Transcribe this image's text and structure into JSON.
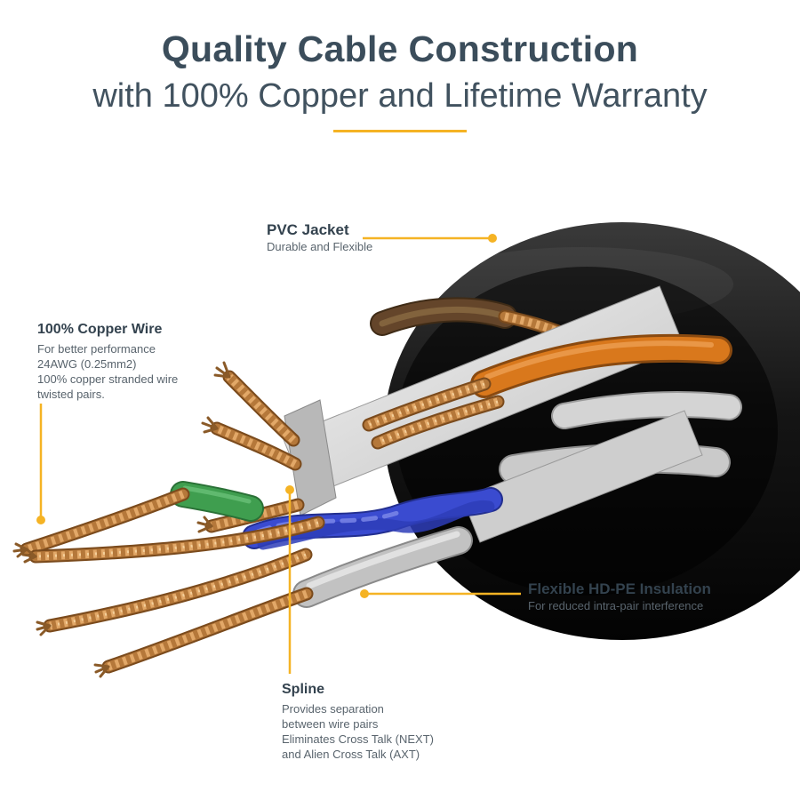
{
  "header": {
    "title_line1": "Quality Cable Construction",
    "title_line2": "with 100% Copper and Lifetime Warranty"
  },
  "callouts": {
    "pvc_jacket": {
      "title": "PVC Jacket",
      "description": "Durable and Flexible"
    },
    "copper_wire": {
      "title": "100% Copper Wire",
      "lines": [
        "For better performance",
        "24AWG (0.25mm2)",
        "100% copper stranded wire",
        "twisted pairs."
      ]
    },
    "hdpe_insulation": {
      "title": "Flexible HD-PE Insulation",
      "description": "For reduced intra-pair interference"
    },
    "spline": {
      "title": "Spline",
      "lines": [
        "Provides separation",
        "between wire pairs",
        "Eliminates Cross Talk (NEXT)",
        "and Alien Cross Talk (AXT)"
      ]
    }
  },
  "colors": {
    "accent": "#F5B324",
    "heading": "#3B4D5B",
    "body_text": "#59646D",
    "jacket": "#111111",
    "copper": "#B5783A",
    "orange_wire": "#D9781C",
    "green_wire": "#3F9E4F",
    "blue_wire": "#3A4BD0",
    "gray_wire": "#C2C2C2",
    "brown_wire": "#64452A"
  }
}
